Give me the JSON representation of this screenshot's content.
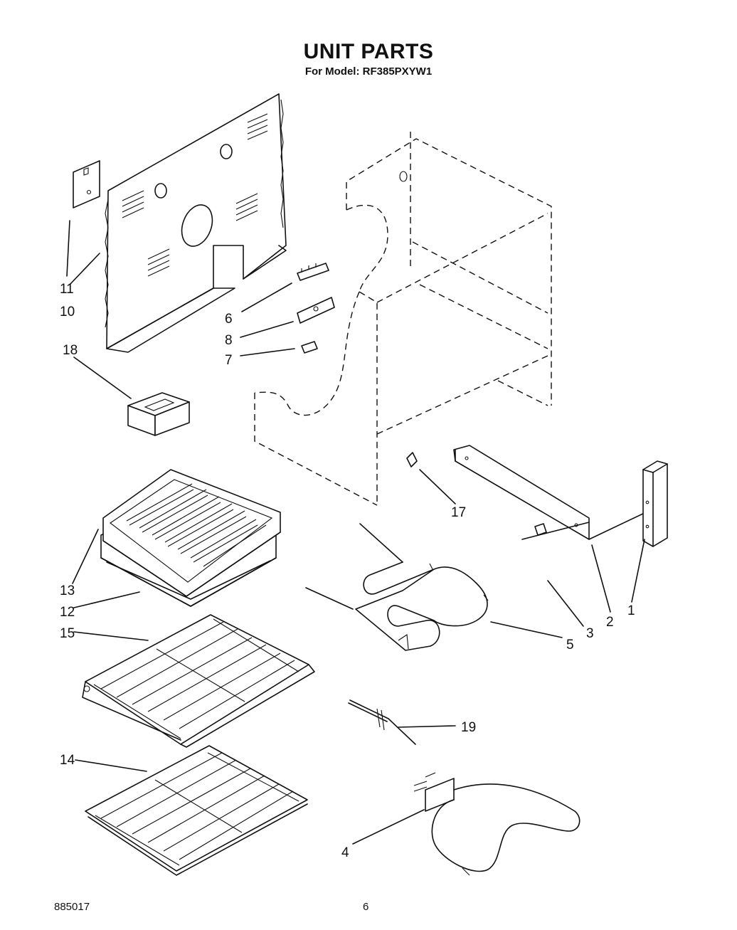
{
  "header": {
    "title": "UNIT PARTS",
    "model_label": "For Model:",
    "model_number": "RF385PXYW1"
  },
  "callouts": {
    "c1": "1",
    "c2": "2",
    "c3": "3",
    "c4": "4",
    "c5": "5",
    "c6": "6",
    "c7": "7",
    "c8": "8",
    "c10": "10",
    "c11": "11",
    "c12": "12",
    "c13": "13",
    "c14": "14",
    "c15": "15",
    "c17": "17",
    "c18": "18",
    "c19": "19"
  },
  "footer": {
    "doc_number": "885017",
    "page_number": "6"
  }
}
